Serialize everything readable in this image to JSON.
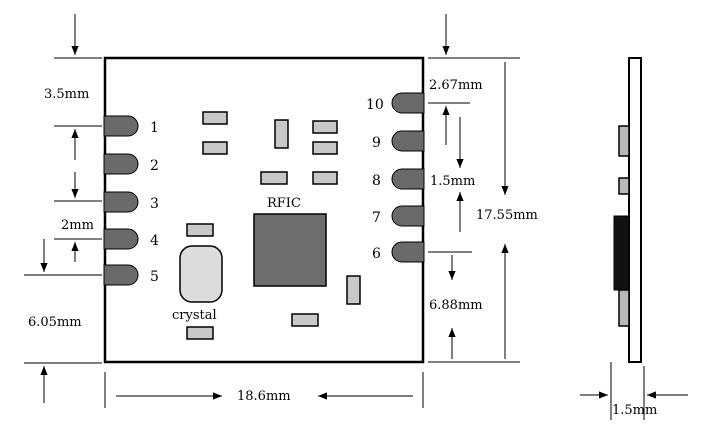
{
  "diagram": {
    "pins_left": [
      "1",
      "2",
      "3",
      "4",
      "5"
    ],
    "pins_right": [
      "10",
      "9",
      "8",
      "7",
      "6"
    ],
    "chip_label": "RFIC",
    "crystal_label": "crystal",
    "dimensions": {
      "top_margin": "3.5mm",
      "pin_pitch": "2mm",
      "bottom_margin": "6.05mm",
      "width": "18.6mm",
      "right_top_margin": "2.67mm",
      "right_pitch": "1.5mm",
      "height": "17.55mm",
      "right_bottom_margin": "6.88mm",
      "thickness": "1.5mm"
    },
    "colors": {
      "pad": "#6a6a6a",
      "chip": "#6e6e6e",
      "crystal": "#dcdcdc",
      "component": "#c8c8c8",
      "side_component": "#b8b8b8",
      "side_block": "#111111"
    }
  }
}
